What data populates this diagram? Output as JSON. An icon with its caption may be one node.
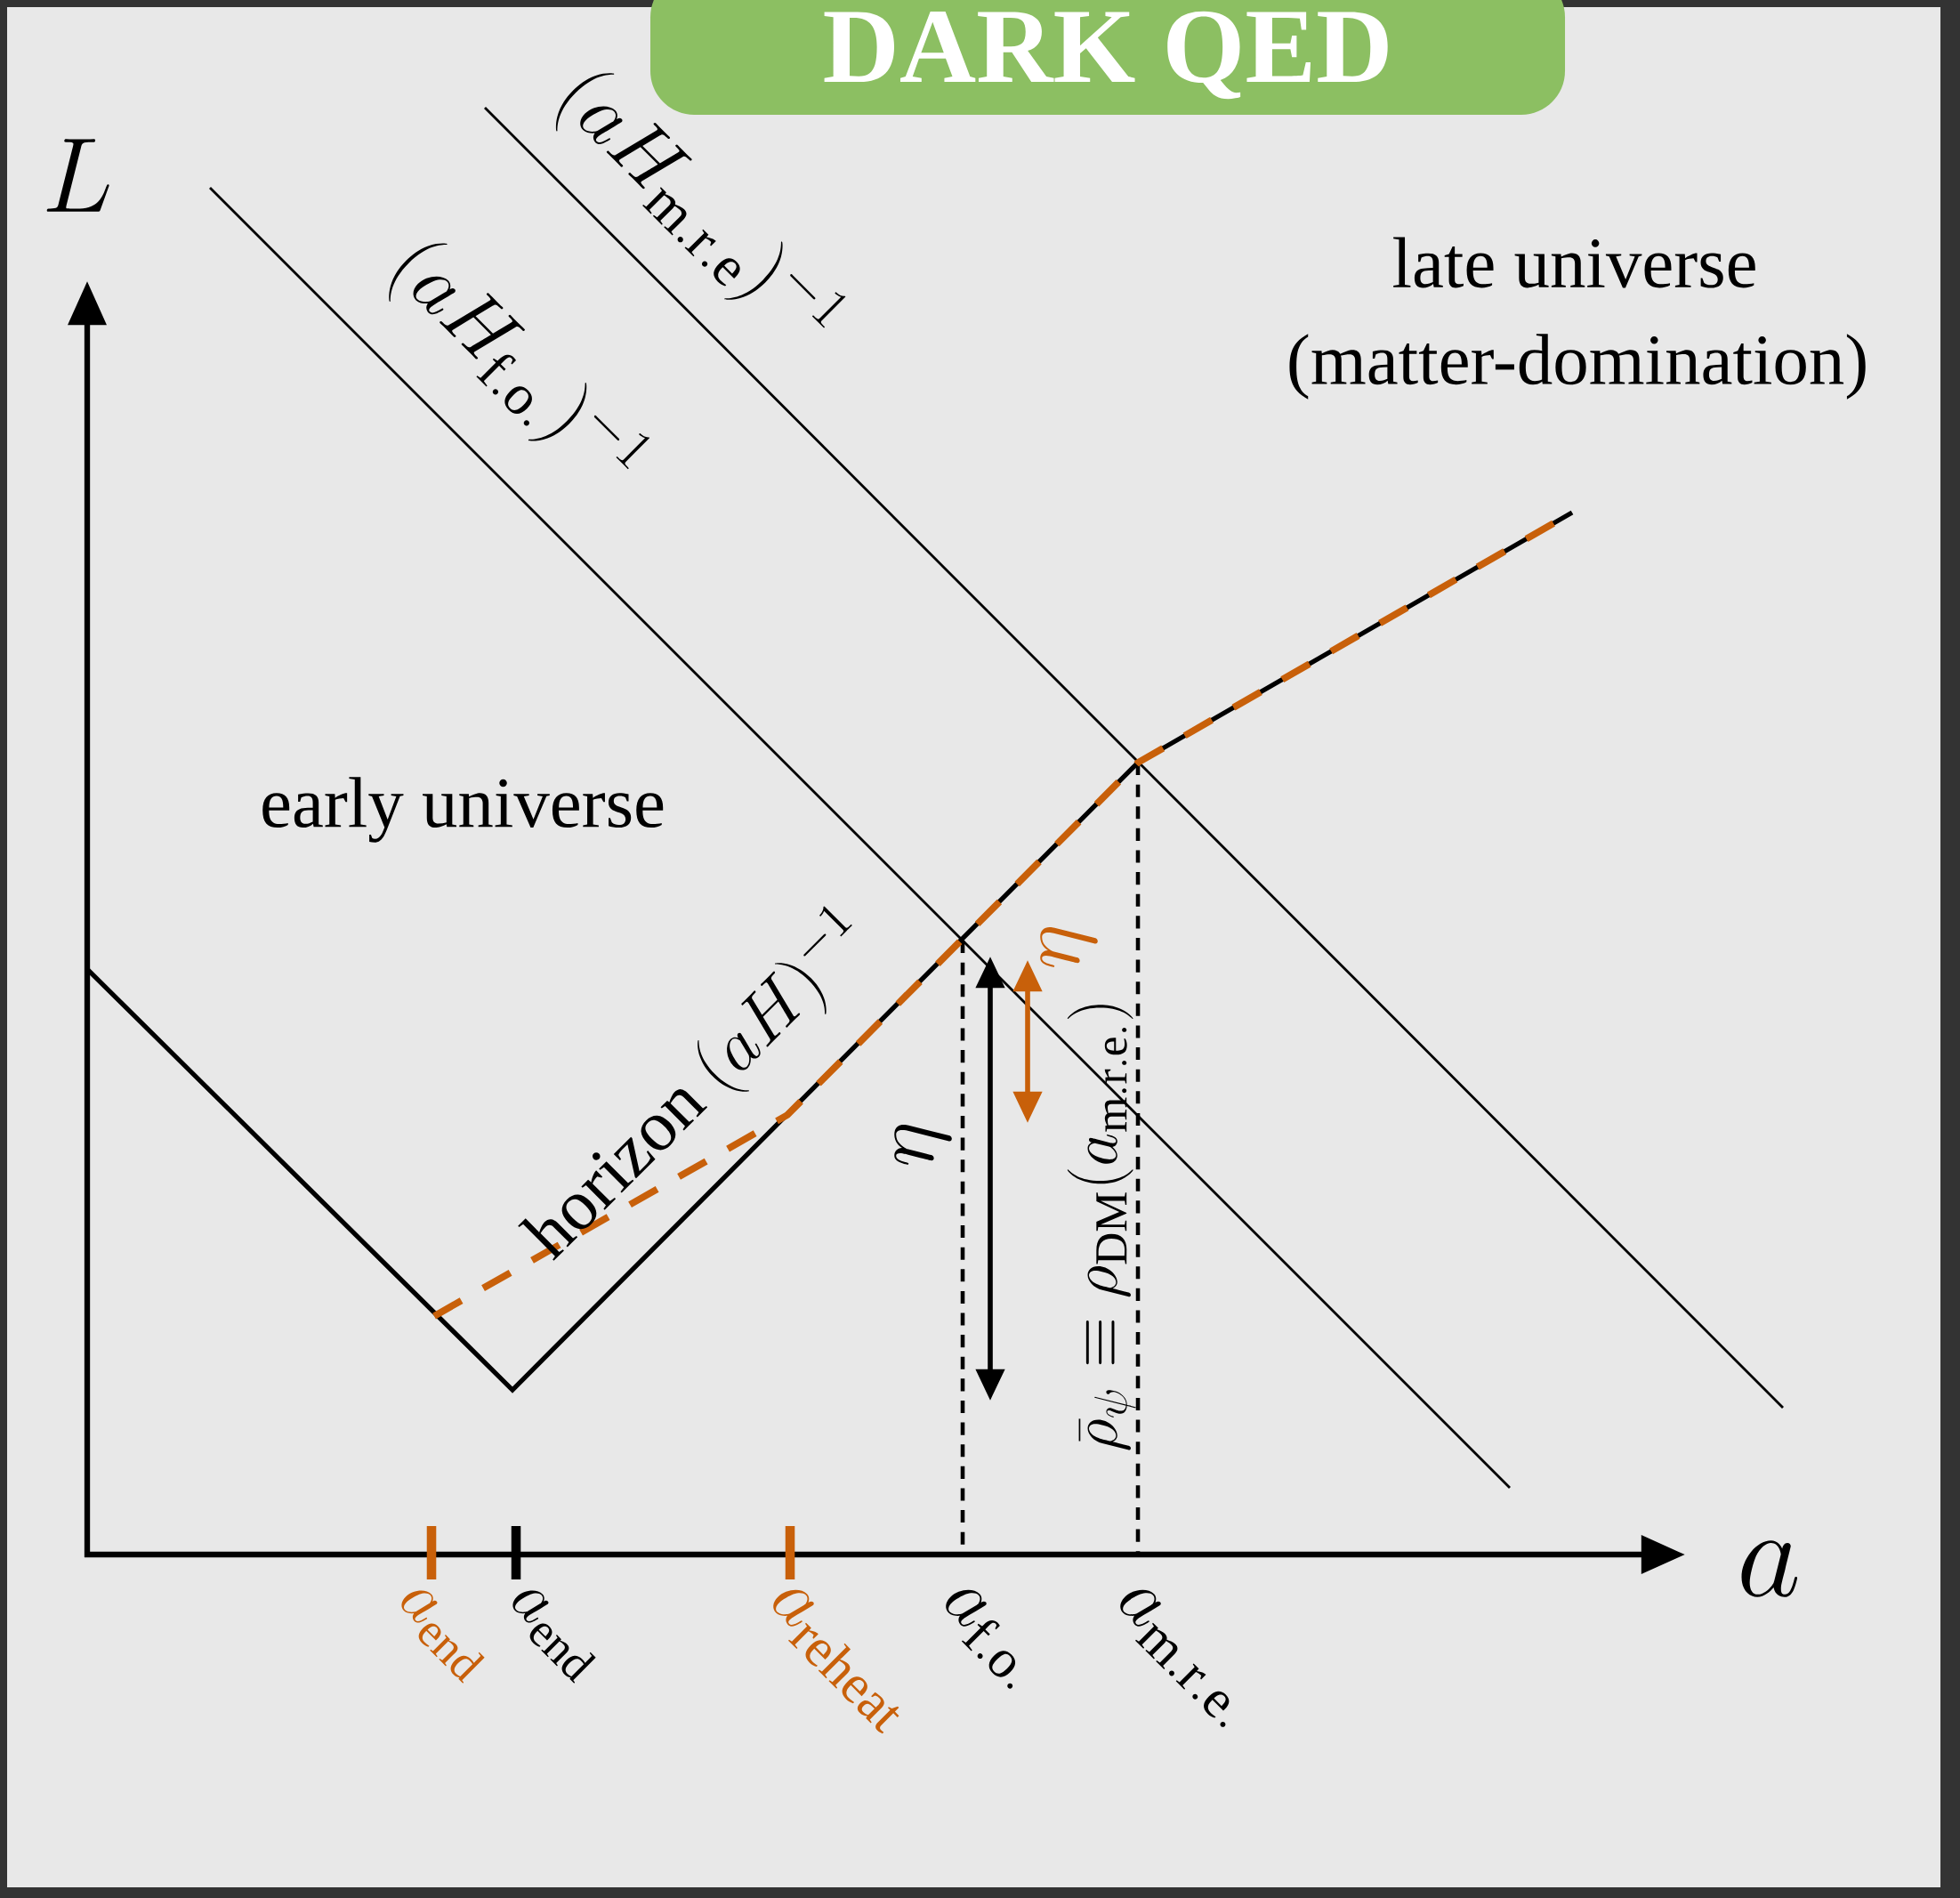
{
  "diagram": {
    "title": "DARK QED",
    "labels": [
      "L",
      "(aH_{\\mathrm{m.r.e}})^{-1}",
      "(aH_{\\mathrm{f.o.}})^{-1}",
      "late universe",
      "(matter-domination)",
      "early universe",
      "\\mathrm{horizon}\\ (aH)^{-1}",
      "\\eta",
      "\\eta",
      "\\bar{\\rho}_{\\psi} \\equiv \\rho_{\\mathrm{DM}}(a_{\\mathrm{m.r.e.}})",
      "a",
      "a_{\\mathrm{end}}",
      "a_{\\mathrm{end}}",
      "a_{\\mathrm{reheat}}",
      "a_{\\mathrm{f.o.}}",
      "a_{\\mathrm{m.r.e.}}"
    ]
  }
}
